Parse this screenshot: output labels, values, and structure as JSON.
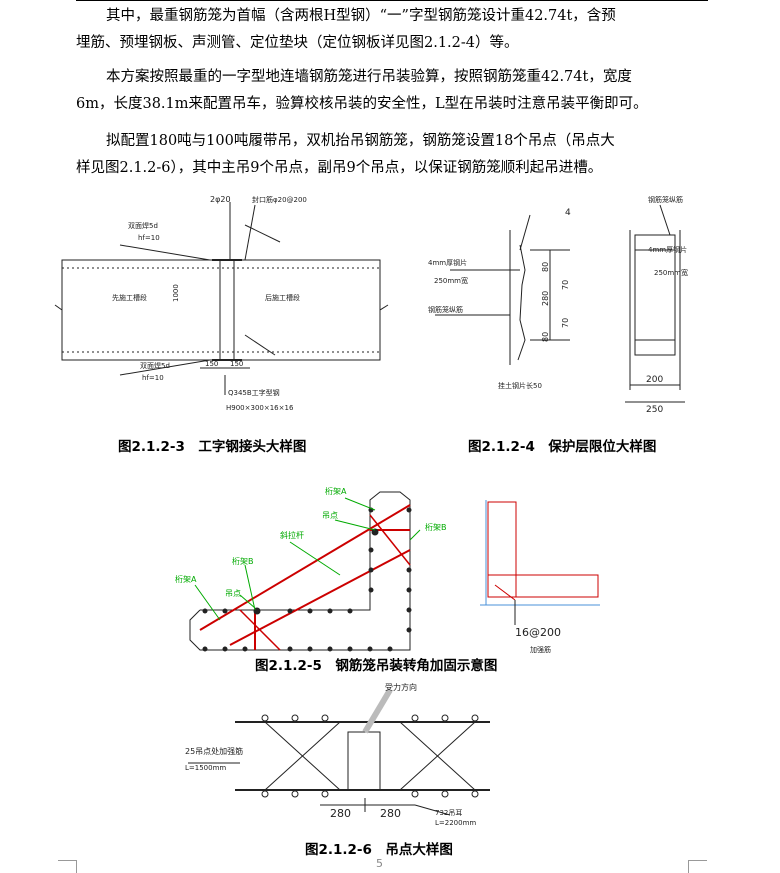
{
  "paragraphs": [
    [
      "其中，最重钢筋笼为首幅（含两根H型钢）“一”字型钢筋笼设计重42.74t，含预",
      "埋筋、预埋钢板、声测管、定位垫块（定位钢板详见图2.1.2-4）等。"
    ],
    [
      "本方案按照最重的一字型地连墙钢筋笼进行吊装验算，按照钢筋笼重42.74t，宽度",
      "6m，长度38.1m来配置吊车，验算校核吊装的安全性，L型在吊装时注意吊装平衡即可。"
    ],
    [
      "拟配置180吨与100吨履带吊，双机抬吊钢筋笼，钢筋笼设置18个吊点（吊点大",
      "样见图2.1.2-6），其中主吊9个吊点，副吊9个吊点，以保证钢筋笼顺利起吊进槽。"
    ]
  ],
  "figure3": {
    "caption": "图2.1.2-3　工字钢接头大样图",
    "labels": {
      "top_rebar": "2φ20",
      "seal_rebar": "封口筋φ20@200",
      "double_weld_a": "双面焊5d",
      "hf_a": "hf=10",
      "double_weld_b": "双面焊5d",
      "hf_b": "hf=10",
      "first_trench": "先施工槽段",
      "later_trench": "后施工槽段",
      "width_dim": "1000",
      "dim_150_a": "150",
      "dim_150_b": "150",
      "steel_grade": "Q345B工字型钢",
      "section": "H900×300×16×16"
    }
  },
  "figure4": {
    "caption": "图2.1.2-4　保护层限位大样图",
    "labels": {
      "num_4": "4",
      "plate_a": "4mm厚钢片",
      "width_a": "250mm宽",
      "main_bar": "钢筋笼纵筋",
      "dim_80_a": "80",
      "dim_70_a": "70",
      "dim_280": "280",
      "dim_70_b": "70",
      "dim_80_b": "80",
      "anchor": "挂土钢片长50",
      "cage_bar": "钢筋笼纵筋",
      "plate_b": "4mm厚钢片",
      "width_b": "250mm宽",
      "dim_200": "200",
      "dim_250": "250"
    }
  },
  "figure5": {
    "caption": "图2.1.2-5　钢筋笼吊装转角加固示意图",
    "labels": {
      "truss_a_top": "桁架A",
      "hoist_top": "吊点",
      "truss_b_right": "桁架B",
      "diag_bar": "斜拉杆",
      "truss_b_left": "桁架B",
      "truss_a_left": "桁架A",
      "hoist_left": "吊点",
      "rebar_spec": "16@200",
      "reinforce": "加强筋"
    }
  },
  "figure6": {
    "caption": "图2.1.2-6　吊点大样图",
    "labels": {
      "force_dir": "受力方向",
      "rebar_25": "25吊点处加强筋",
      "length_a": "L=1500mm",
      "dim_280_a": "280",
      "dim_280_b": "280",
      "ear": "732吊耳",
      "length_b": "L=2200mm"
    }
  },
  "page_number": "5",
  "colors": {
    "red": "#cc0000",
    "green": "#00aa00",
    "line": "#222222"
  }
}
